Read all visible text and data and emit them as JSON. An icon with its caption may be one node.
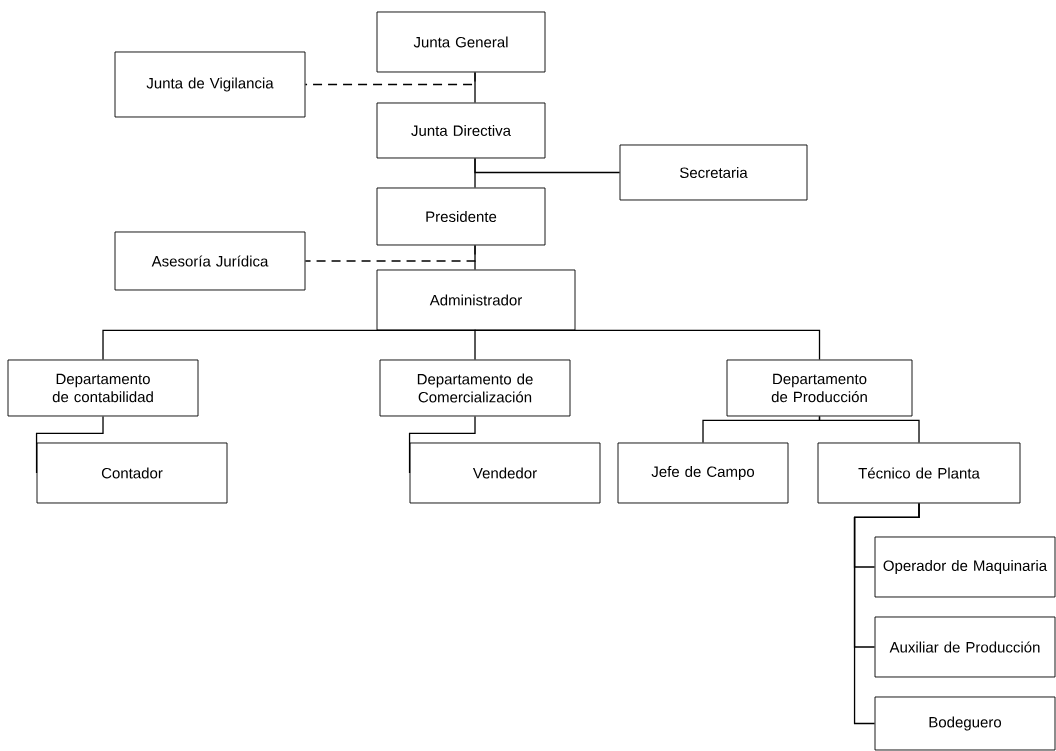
{
  "diagram": {
    "nodes": [
      {
        "text": [
          "Junta General"
        ]
      },
      {
        "text": [
          "Junta de Vigilancia"
        ]
      },
      {
        "text": [
          "Junta Directiva"
        ]
      },
      {
        "text": [
          "Secretaria"
        ]
      },
      {
        "text": [
          "Presidente"
        ]
      },
      {
        "text": [
          "Asesoría Jurídica"
        ]
      },
      {
        "text": [
          "Administrador"
        ]
      },
      {
        "text": [
          "Departamento de contabilidad"
        ]
      },
      {
        "text": [
          "Departamento de Comercialización"
        ]
      },
      {
        "text": [
          "Departamento de Producción"
        ]
      },
      {
        "text": [
          "Contador"
        ]
      },
      {
        "text": [
          "Vendedor"
        ]
      },
      {
        "text": [
          "Jefe de Campo"
        ]
      },
      {
        "text": [
          "Técnico de Planta"
        ]
      },
      {
        "text": [
          "Operador de Maquinaria"
        ]
      },
      {
        "text": [
          "Auxiliar de Producción"
        ]
      },
      {
        "text": [
          "Bodeguero"
        ]
      }
    ],
    "edges": [
      {
        "from": 0,
        "to": 2,
        "arrow": "none"
      },
      {
        "from": 0,
        "to": 1,
        "arrow": "none",
        "style": "dashed"
      },
      {
        "from": 2,
        "to": 4,
        "arrow": "none"
      },
      {
        "from": 2,
        "to": 3,
        "arrow": "none"
      },
      {
        "from": 4,
        "to": 6,
        "arrow": "none"
      },
      {
        "from": 4,
        "to": 5,
        "arrow": "none",
        "style": "dashed"
      },
      {
        "from": 6,
        "to": 7,
        "arrow": "none"
      },
      {
        "from": 6,
        "to": 8,
        "arrow": "none"
      },
      {
        "from": 6,
        "to": 9,
        "arrow": "none"
      },
      {
        "from": 7,
        "to": 10,
        "arrow": "none"
      },
      {
        "from": 8,
        "to": 11,
        "arrow": "none"
      },
      {
        "from": 9,
        "to": 12,
        "arrow": "none"
      },
      {
        "from": 9,
        "to": 13,
        "arrow": "none"
      },
      {
        "from": 13,
        "to": 14,
        "arrow": "none"
      },
      {
        "from": 13,
        "to": 15,
        "arrow": "none"
      },
      {
        "from": 13,
        "to": 16,
        "arrow": "none"
      }
    ]
  }
}
